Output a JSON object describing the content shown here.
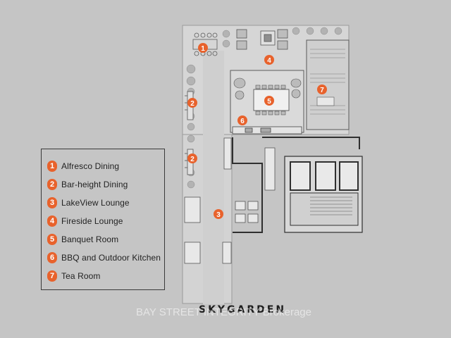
{
  "plan": {
    "title": "SKYGARDEN",
    "watermark": "BAY STREET INTEGRITY Brokerage",
    "accent_color": "#e8622c",
    "markers": [
      "1",
      "4",
      "2",
      "5",
      "7",
      "6",
      "2",
      "3"
    ]
  },
  "legend": {
    "items": [
      {
        "num": "1",
        "label": "Alfresco Dining"
      },
      {
        "num": "2",
        "label": "Bar-height Dining"
      },
      {
        "num": "3",
        "label": "LakeView Lounge"
      },
      {
        "num": "4",
        "label": "Fireside Lounge"
      },
      {
        "num": "5",
        "label": "Banquet Room"
      },
      {
        "num": "6",
        "label": "BBQ and Outdoor Kitchen"
      },
      {
        "num": "7",
        "label": "Tea Room"
      }
    ]
  }
}
